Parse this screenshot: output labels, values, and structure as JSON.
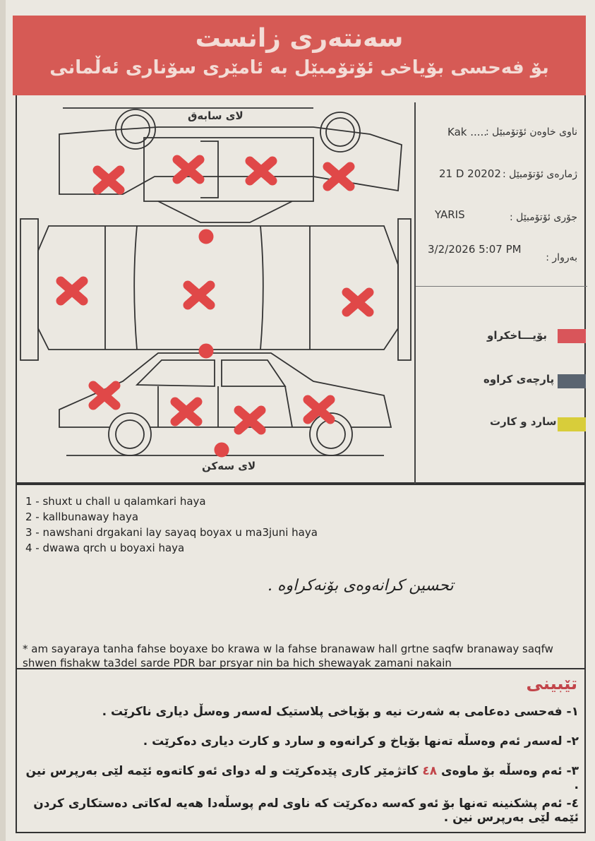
{
  "header": {
    "title": "سەنتەری زانست",
    "subtitle": "بۆ فەحسی بۆیاخی ئۆتۆمبێل بە ئامێری سۆناری ئەڵمانی"
  },
  "diagram": {
    "front_label": "لای سابەق",
    "rear_label": "لای سەکن",
    "mark_color": "#e04848"
  },
  "info": {
    "owner_label": "ناوی خاوەن ئۆتۆمبێل :",
    "owner_value": "Kak .....",
    "plate_label": "ژمارەی ئۆتۆمبێل :",
    "plate_value": "21 D 20202",
    "model_label": "جۆری ئۆتۆمبێل :",
    "model_value": "YARIS",
    "date_label": "بەروار :",
    "date_value": "3/2/2026  5:07 PM"
  },
  "legend": [
    {
      "label": "بۆیـــاخکراو",
      "color": "#d9555a"
    },
    {
      "label": "پارچەی کراوە",
      "color": "#5a6470"
    },
    {
      "label": "سارد و کارت",
      "color": "#d8cd3a"
    }
  ],
  "findings": [
    "1 - shuxt u chall u qalamkari haya",
    "2  - kallbunaway haya",
    "3 - nawshani drgakani lay sayaq boyax u ma3juni haya",
    "4 - dwawa qrch u boyaxi haya"
  ],
  "handwritten": "تحسین کرانەوەی بۆنەکراوە .",
  "disclaimer": "* am sayaraya tanha fahse boyaxe bo krawa w la fahse branawaw hall grtne saqfw branaway saqfw shwen fishakw   ta3del sarde PDR bar prsyar nin ba hich shewayak zamani nakain",
  "notes": {
    "title": "تێبینی",
    "n1": "١- فەحسی دەعامی بە شەرت نیە و بۆیاخی پلاستیک لەسەر وەسڵ دیاری ناکرێت .",
    "n2": "٢- لەسەر ئەم وەسڵە تەنها بۆیاخ و کرانەوە و سارد و کارت دیاری دەکرێت .",
    "n3a": "٣- ئەم وەسڵە بۆ ماوەی",
    "n3_hours": "٤٨",
    "n3b": "کاتژمێر کاری پێدەکرێت و لە دوای ئەو کاتەوە ئێمە لێی بەرپرس نین .",
    "n4": "٤- ئەم پشکنینە تەنها بۆ ئەو کەسە دەکرێت کە ناوی لەم پوسڵەدا هەیە لەکاتی دەستکاری کردن ئێمە لێی بەرپرس نین ."
  }
}
